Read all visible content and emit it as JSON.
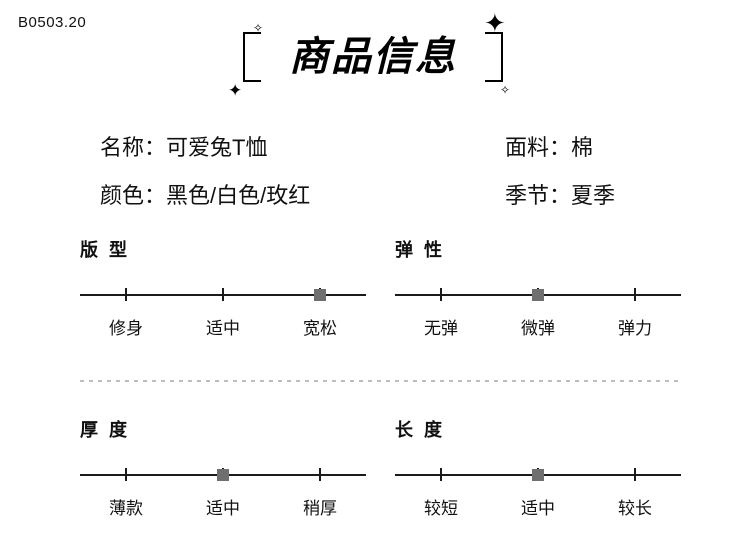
{
  "product_code": "B0503.20",
  "title": "商品信息",
  "decor": {
    "sparkle_glyph": "✦",
    "sparkle_small_glyph": "✧"
  },
  "info": [
    {
      "left": {
        "label": "名称：",
        "value": "可爱兔T恤"
      },
      "right": {
        "label": "面料：",
        "value": "棉"
      }
    },
    {
      "left": {
        "label": "颜色：",
        "value": "黑色/白色/玫红"
      },
      "right": {
        "label": "季节：",
        "value": "夏季"
      }
    }
  ],
  "attributes": [
    {
      "name": "版 型",
      "options": [
        "修身",
        "适中",
        "宽松"
      ],
      "selected_index": 2
    },
    {
      "name": "弹 性",
      "options": [
        "无弹",
        "微弹",
        "弹力"
      ],
      "selected_index": 1
    },
    {
      "name": "厚 度",
      "options": [
        "薄款",
        "适中",
        "稍厚"
      ],
      "selected_index": 1
    },
    {
      "name": "长 度",
      "options": [
        "较短",
        "适中",
        "较长"
      ],
      "selected_index": 1
    }
  ],
  "colors": {
    "text": "#111111",
    "line": "#1b1b1b",
    "marker": "#6f6f6f",
    "divider": "#bdbdbd",
    "background": "#ffffff"
  }
}
